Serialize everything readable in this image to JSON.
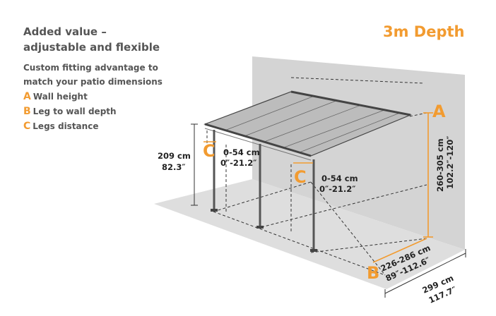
{
  "header": {
    "title_line1": "Added value –",
    "title_line2": "adjustable and flexible",
    "desc_line1": "Custom fitting advantage to",
    "desc_line2": "match your patio dimensions"
  },
  "legend": [
    {
      "letter": "A",
      "text": "Wall height"
    },
    {
      "letter": "B",
      "text": "Leg to wall depth"
    },
    {
      "letter": "C",
      "text": "Legs distance"
    }
  ],
  "depth_title": "3m Depth",
  "dimensions": {
    "front_height_cm": "209 cm",
    "front_height_in": "82.3″",
    "legs_offset_left_cm": "0-54 cm",
    "legs_offset_left_in": "0″-21.2″",
    "legs_offset_right_cm": "0-54 cm",
    "legs_offset_right_in": "0″-21.2″",
    "wall_height_cm": "260-305 cm",
    "wall_height_in": "102.2″-120″",
    "leg_depth_cm": "226-286 cm",
    "leg_depth_in": "89″-112.6″",
    "total_depth_cm": "299 cm",
    "total_depth_in": "117.7″"
  },
  "markers": {
    "a": "A",
    "b": "B",
    "c1": "C",
    "c2": "C"
  },
  "colors": {
    "accent": "#f29b30",
    "wall": "#d4d4d4",
    "floor": "#dedede",
    "text": "#555555"
  }
}
